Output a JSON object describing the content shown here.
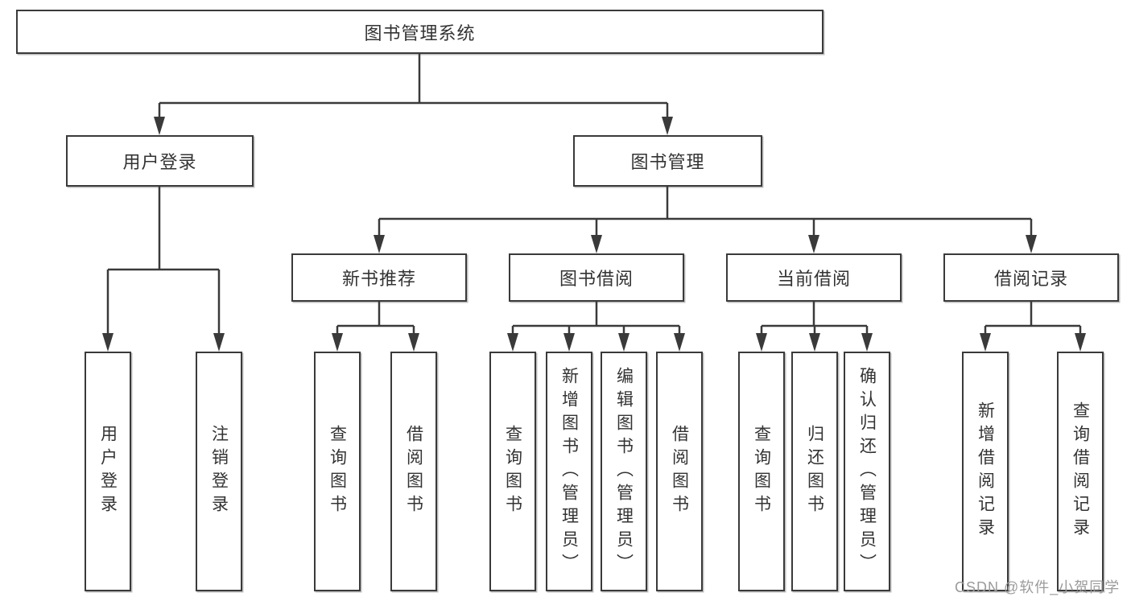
{
  "diagram": {
    "root": {
      "label": "图书管理系统"
    },
    "branches": [
      {
        "label": "用户登录",
        "children": [
          {
            "label": "用户登录"
          },
          {
            "label": "注销登录"
          }
        ]
      },
      {
        "label": "图书管理",
        "children": [
          {
            "label": "新书推荐",
            "children": [
              {
                "label": "查询图书"
              },
              {
                "label": "借阅图书"
              }
            ]
          },
          {
            "label": "图书借阅",
            "children": [
              {
                "label": "查询图书"
              },
              {
                "label": "新增图书（管理员）"
              },
              {
                "label": "编辑图书（管理员）"
              },
              {
                "label": "借阅图书"
              }
            ]
          },
          {
            "label": "当前借阅",
            "children": [
              {
                "label": "查询图书"
              },
              {
                "label": "归还图书"
              },
              {
                "label": "确认归还（管理员）"
              }
            ]
          },
          {
            "label": "借阅记录",
            "children": [
              {
                "label": "新增借阅记录"
              },
              {
                "label": "查询借阅记录"
              }
            ]
          }
        ]
      }
    ]
  },
  "watermark": "CSDN @软件_小贺同学",
  "colors": {
    "line": "#3a3a3a",
    "text": "#333333",
    "background": "#ffffff",
    "watermark": "#9b9b9b"
  }
}
